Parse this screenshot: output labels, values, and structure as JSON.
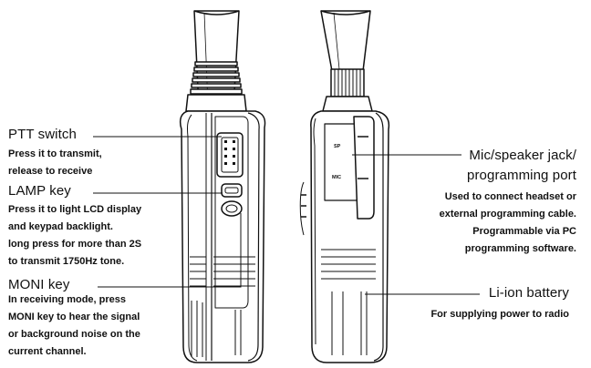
{
  "callouts": {
    "ptt": {
      "title": "PTT switch",
      "lines": [
        "Press it to transmit,",
        "release to receive"
      ]
    },
    "lamp": {
      "title": "LAMP key",
      "lines": [
        "Press it to light LCD display",
        "and keypad backlight.",
        "long press for more than 2S",
        "to transmit 1750Hz tone."
      ]
    },
    "moni": {
      "title": "MONI key",
      "lines": [
        "In receiving mode, press",
        "MONI key to hear the signal",
        "or background noise on the",
        "current channel."
      ]
    },
    "jack": {
      "title_lines": [
        "Mic/speaker jack/",
        "programming port"
      ],
      "lines": [
        "Used to connect headset or",
        "external programming cable.",
        "Programmable via PC",
        "programming software."
      ]
    },
    "battery": {
      "title": "Li-ion battery",
      "lines": [
        "For supplying power to radio"
      ]
    }
  },
  "device_markings": {
    "sp": "SP",
    "mic": "MIC"
  }
}
